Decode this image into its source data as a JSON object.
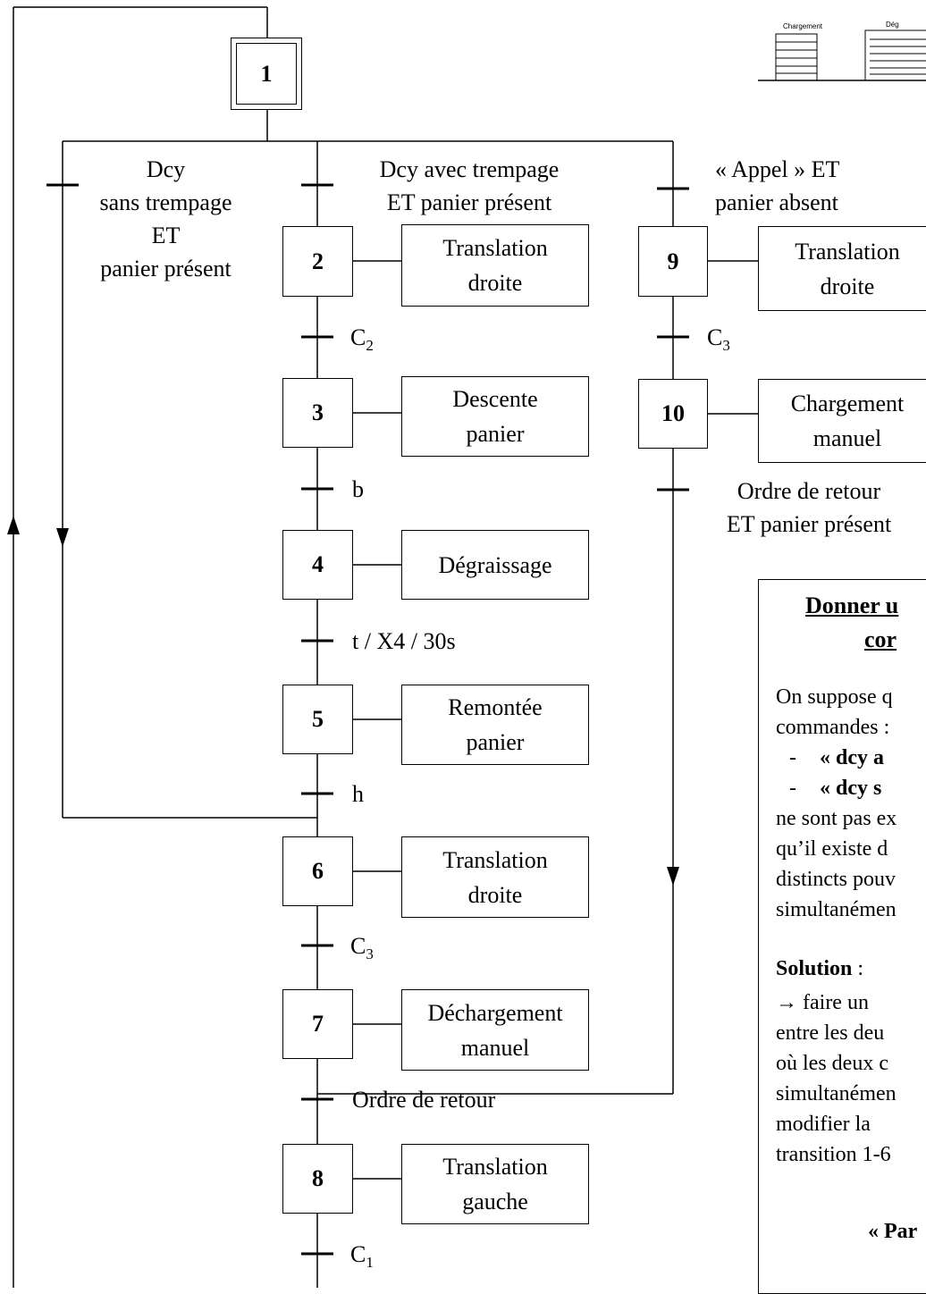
{
  "steps": {
    "s1": "1",
    "s2": "2",
    "s3": "3",
    "s4": "4",
    "s5": "5",
    "s6": "6",
    "s7": "7",
    "s8": "8",
    "s9": "9",
    "s10": "10"
  },
  "actions": {
    "a2": [
      "Translation",
      "droite"
    ],
    "a3": [
      "Descente",
      "panier"
    ],
    "a4": [
      "Dégraissage"
    ],
    "a5": [
      "Remontée",
      "panier"
    ],
    "a6": [
      "Translation",
      "droite"
    ],
    "a7": [
      "Déchargement",
      "manuel"
    ],
    "a8": [
      "Translation",
      "gauche"
    ],
    "a9": [
      "Translation",
      "droite"
    ],
    "a10": [
      "Chargement",
      "manuel"
    ]
  },
  "transitions": {
    "t_left": [
      "Dcy",
      "sans trempage",
      "ET",
      "panier présent"
    ],
    "t_mid": [
      "Dcy avec trempage",
      "ET panier présent"
    ],
    "t_right": [
      "« Appel » ET",
      "panier absent"
    ],
    "t23": "C",
    "t23_sub": "2",
    "t34": "b",
    "t45": "t / X4 / 30s",
    "t56": "h",
    "t67": "C",
    "t67_sub": "3",
    "t78": "Ordre de retour",
    "t81": "C",
    "t81_sub": "1",
    "t910": "C",
    "t910_sub": "3",
    "t10_ret": [
      "Ordre de retour",
      "ET  panier présent"
    ]
  },
  "mini_labels": {
    "load": "Chargement",
    "degrease": "Dég"
  },
  "note": {
    "heading_1": "Donner u",
    "heading_2": "cor",
    "l1": "On suppose q",
    "l2": "commandes :",
    "b1_dash": "-",
    "b1": "« dcy a",
    "b2_dash": "-",
    "b2": "« dcy s",
    "l3": "ne sont pas ex",
    "l4": "qu’il existe d",
    "l5": "distincts pouv",
    "l6": "simultanémen",
    "solution": "Solution",
    "solution_colon": " :",
    "s1": "→  faire  un",
    "s2": "entre les deu",
    "s3": "où les deux c",
    "s4": "simultanémen",
    "s5": "modifier   la",
    "s6": "transition 1-6",
    "bottom": "« Par"
  }
}
